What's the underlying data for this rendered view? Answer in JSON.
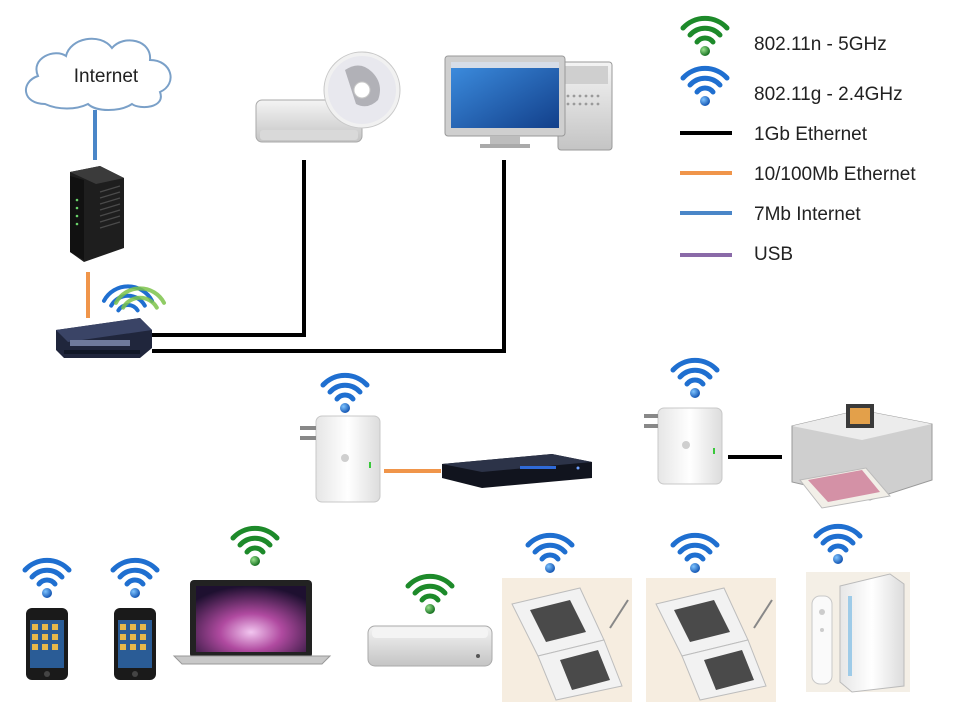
{
  "cloud_label": "Internet",
  "legend": [
    {
      "label": "802.11n - 5GHz",
      "symbol": "wifi",
      "color": "#1d8a2a"
    },
    {
      "label": "802.11g - 2.4GHz",
      "symbol": "wifi",
      "color": "#1f6fd0"
    },
    {
      "label": "1Gb Ethernet",
      "symbol": "line",
      "color": "#000000"
    },
    {
      "label": "10/100Mb Ethernet",
      "symbol": "line",
      "color": "#f0954a"
    },
    {
      "label": "7Mb Internet",
      "symbol": "line",
      "color": "#4a86c8"
    },
    {
      "label": "USB",
      "symbol": "line",
      "color": "#8a6aa8"
    }
  ],
  "colors": {
    "wifi_n": "#1d8a2a",
    "wifi_g": "#1f6fd0",
    "gig_ethernet": "#000000",
    "fast_ethernet": "#f0954a",
    "internet": "#4a86c8",
    "usb": "#8a6aa8"
  },
  "devices": [
    {
      "name": "internet-cloud"
    },
    {
      "name": "cable-modem"
    },
    {
      "name": "wireless-router",
      "wifi": [
        "g",
        "n"
      ]
    },
    {
      "name": "mac-mini-server"
    },
    {
      "name": "server-software-disc"
    },
    {
      "name": "mac-pro-desktop"
    },
    {
      "name": "airport-express-left",
      "wifi": [
        "g"
      ]
    },
    {
      "name": "bluray-player"
    },
    {
      "name": "airport-express-right",
      "wifi": [
        "g"
      ]
    },
    {
      "name": "photo-printer"
    },
    {
      "name": "iphone-1",
      "wifi": [
        "g"
      ]
    },
    {
      "name": "iphone-2",
      "wifi": [
        "g"
      ]
    },
    {
      "name": "macbook-pro",
      "wifi": [
        "n"
      ]
    },
    {
      "name": "apple-tv",
      "wifi": [
        "n"
      ]
    },
    {
      "name": "nintendo-ds-1",
      "wifi": [
        "g"
      ]
    },
    {
      "name": "nintendo-ds-2",
      "wifi": [
        "g"
      ]
    },
    {
      "name": "wii-console",
      "wifi": [
        "g"
      ]
    }
  ]
}
